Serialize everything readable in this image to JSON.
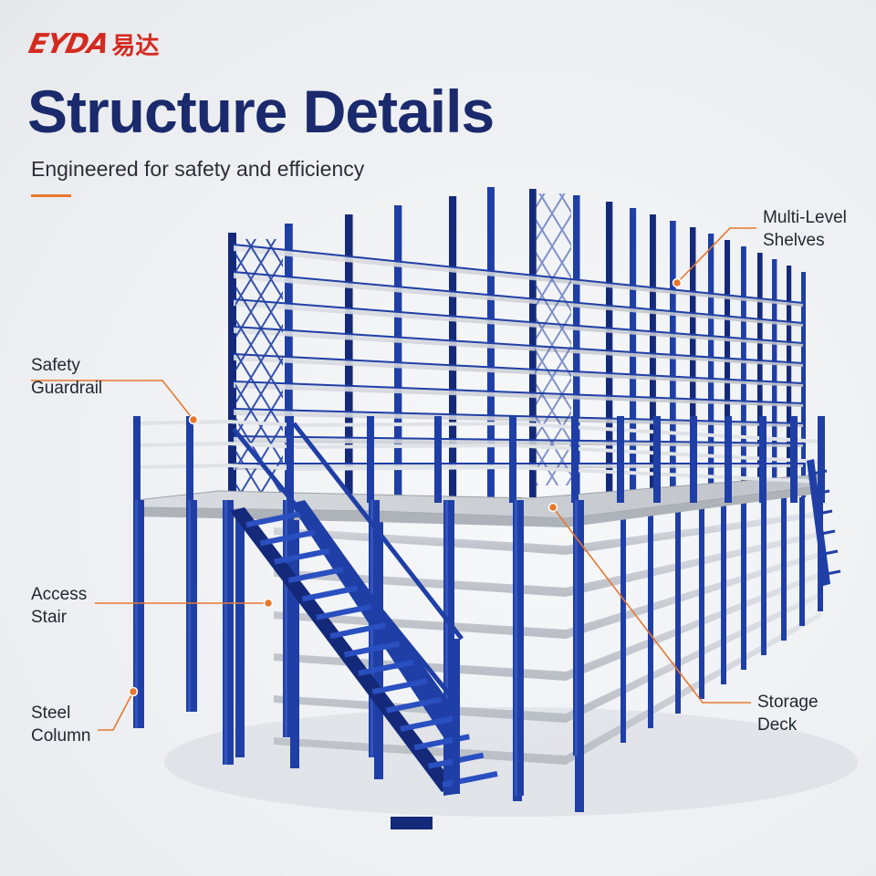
{
  "brand": {
    "latin": "EYDA",
    "cjk": "易达"
  },
  "header": {
    "title": "Structure Details",
    "subtitle": "Engineered for safety and efficiency"
  },
  "callouts": {
    "shelves": {
      "line1": "Multi-Level",
      "line2": "Shelves"
    },
    "guardrail": {
      "line1": "Safety",
      "line2": "Guardrail"
    },
    "stair": {
      "line1": "Access",
      "line2": "Stair"
    },
    "column": {
      "line1": "Steel",
      "line2": "Column"
    },
    "deck": {
      "line1": "Storage",
      "line2": "Deck"
    }
  },
  "colors": {
    "brand_red": "#d42a1f",
    "title_navy": "#1a2a6c",
    "accent_orange": "#e8772e",
    "steel_blue": "#1f3fa6",
    "steel_blue_dark": "#14297a",
    "deck_gray": "#c9ccd1",
    "rail_silver": "#dfe2e6"
  },
  "icons": {
    "structure": "mezzanine-rack-illustration",
    "callout_marker": "orange-dot-icon"
  }
}
